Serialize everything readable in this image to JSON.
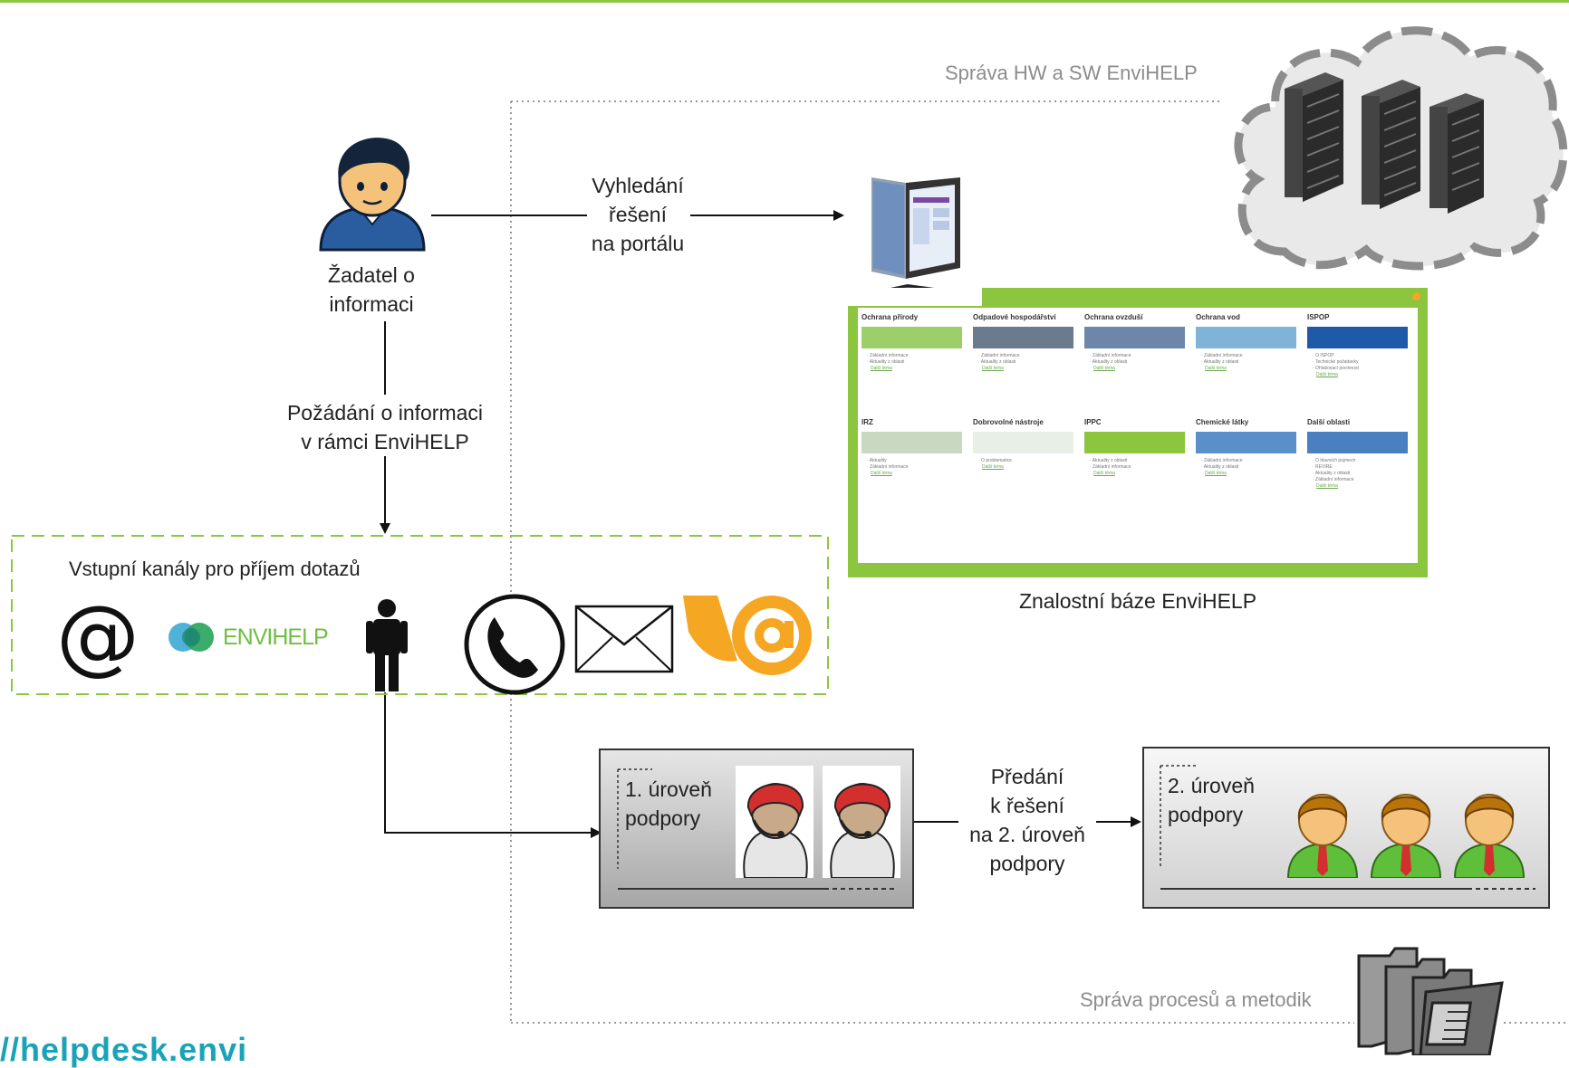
{
  "regions": {
    "hw_sw": "Správa HW a SW EnviHELP",
    "processes": "Správa procesů a metodik"
  },
  "requester": {
    "label_line1": "Žadatel o",
    "label_line2": "informaci"
  },
  "search_flow": {
    "line1": "Vyhledání",
    "line2": "řešení",
    "line3": "na portálu"
  },
  "request_flow": {
    "line1": "Požádání o informaci",
    "line2": "v rámci EnviHELP"
  },
  "channels": {
    "title": "Vstupní kanály pro příjem dotazů",
    "envihelp_logo_text": "ENVIHELP",
    "items": [
      "email-icon",
      "envihelp-logo",
      "person-icon",
      "phone-icon",
      "envelope-icon",
      "email-client-icon"
    ]
  },
  "knowledge_base": {
    "caption": "Znalostní báze EnviHELP",
    "categories": [
      {
        "title": "Ochrana přírody",
        "lines": [
          "Základní informace",
          "Aktuality z oblasti"
        ],
        "link": "Další téma"
      },
      {
        "title": "Odpadové hospodářství",
        "lines": [
          "Základní informace",
          "Aktuality z oblasti"
        ],
        "link": "Další téma"
      },
      {
        "title": "Ochrana ovzduší",
        "lines": [
          "Základní informace",
          "Aktuality z oblasti"
        ],
        "link": "Další téma"
      },
      {
        "title": "Ochrana vod",
        "lines": [
          "Základní informace",
          "Aktuality z oblasti"
        ],
        "link": "Další téma"
      },
      {
        "title": "ISPOP",
        "lines": [
          "O ISPOP",
          "Technické požadavky",
          "Ohlašovací povinnost"
        ],
        "link": "Další téma"
      },
      {
        "title": "IRZ",
        "lines": [
          "Aktuality",
          "Základní informace"
        ],
        "link": "Další téma"
      },
      {
        "title": "Dobrovolné nástroje",
        "lines": [
          "O problematice"
        ],
        "link": "Další téma"
      },
      {
        "title": "IPPC",
        "lines": [
          "Aktuality z oblasti",
          "Základní informace"
        ],
        "link": "Další téma"
      },
      {
        "title": "Chemické látky",
        "lines": [
          "Základní informace",
          "Aktuality z oblasti"
        ],
        "link": "Další téma"
      },
      {
        "title": "Další oblasti",
        "lines": [
          "O hlavních pojmech",
          "REVIRE",
          "Aktuality z oblasti",
          "Základní informace"
        ],
        "link": "Další téma"
      }
    ]
  },
  "level1": {
    "line1": "1. úroveň",
    "line2": "podpory"
  },
  "handover": {
    "line1": "Předání",
    "line2": "k řešení",
    "line3": "na 2. úroveň",
    "line4": "podpory"
  },
  "level2": {
    "line1": "2. úroveň",
    "line2": "podpory"
  },
  "footer_url": "//helpdesk.envi",
  "colors": {
    "green_accent": "#8dc63f",
    "portal_green": "#8cc63f",
    "footer_link": "#1aa3b8",
    "email_orange": "#f5a623"
  }
}
